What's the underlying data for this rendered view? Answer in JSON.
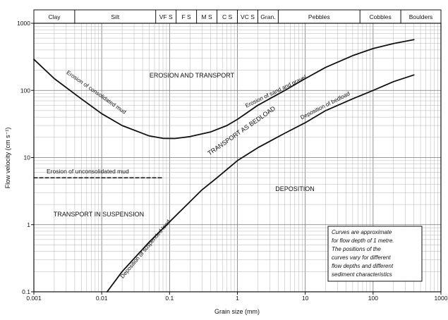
{
  "chart_data": {
    "type": "line",
    "x_scale": "log",
    "y_scale": "log",
    "xlim": [
      0.001,
      1000
    ],
    "ylim": [
      0.1,
      1000
    ],
    "xlabel": "Grain size (mm)",
    "ylabel": "Flow velocity (cm s⁻¹)",
    "x_ticks": [
      {
        "value": 0.001,
        "label": "0.001"
      },
      {
        "value": 0.01,
        "label": "0.01"
      },
      {
        "value": 0.1,
        "label": "0.1"
      },
      {
        "value": 1,
        "label": "1"
      },
      {
        "value": 10,
        "label": "10"
      },
      {
        "value": 100,
        "label": "100"
      },
      {
        "value": 1000,
        "label": "1000"
      }
    ],
    "y_ticks": [
      {
        "value": 0.1,
        "label": "0.1"
      },
      {
        "value": 1,
        "label": "1"
      },
      {
        "value": 10,
        "label": "10"
      },
      {
        "value": 100,
        "label": "100"
      },
      {
        "value": 1000,
        "label": "1000"
      }
    ],
    "grid": true,
    "size_classes": [
      {
        "label": "Clay",
        "from": 0.001,
        "to": 0.004
      },
      {
        "label": "Silt",
        "from": 0.004,
        "to": 0.0625
      },
      {
        "label": "VF S",
        "from": 0.0625,
        "to": 0.125
      },
      {
        "label": "F S",
        "from": 0.125,
        "to": 0.25
      },
      {
        "label": "M S",
        "from": 0.25,
        "to": 0.5
      },
      {
        "label": "C S",
        "from": 0.5,
        "to": 1
      },
      {
        "label": "VC S",
        "from": 1,
        "to": 2
      },
      {
        "label": "Gran.",
        "from": 2,
        "to": 4
      },
      {
        "label": "Pebbles",
        "from": 4,
        "to": 64
      },
      {
        "label": "Cobbles",
        "from": 64,
        "to": 256
      },
      {
        "label": "Boulders",
        "from": 256,
        "to": 1000
      }
    ],
    "series": [
      {
        "name": "Erosion of consolidated mud",
        "style": "solid",
        "points": [
          [
            0.001,
            290
          ],
          [
            0.002,
            150
          ],
          [
            0.005,
            75
          ],
          [
            0.01,
            45
          ],
          [
            0.02,
            30
          ],
          [
            0.05,
            21
          ],
          [
            0.08,
            19.3
          ],
          [
            0.12,
            19.2
          ],
          [
            0.2,
            20.5
          ],
          [
            0.4,
            24
          ],
          [
            0.7,
            30
          ]
        ]
      },
      {
        "name": "Erosion of sand and gravel",
        "style": "solid",
        "points": [
          [
            0.7,
            30
          ],
          [
            1,
            37
          ],
          [
            2,
            60
          ],
          [
            5,
            100
          ],
          [
            10,
            150
          ],
          [
            20,
            220
          ],
          [
            50,
            330
          ],
          [
            100,
            420
          ],
          [
            200,
            500
          ],
          [
            400,
            570
          ]
        ]
      },
      {
        "name": "Deposition of bedload",
        "style": "solid",
        "points": [
          [
            0.5,
            5
          ],
          [
            1,
            9
          ],
          [
            2,
            14
          ],
          [
            5,
            23
          ],
          [
            10,
            33
          ],
          [
            20,
            50
          ],
          [
            50,
            75
          ],
          [
            100,
            100
          ],
          [
            200,
            135
          ],
          [
            400,
            170
          ]
        ]
      },
      {
        "name": "Deposition of suspended load",
        "style": "solid",
        "points": [
          [
            0.012,
            0.1
          ],
          [
            0.02,
            0.2
          ],
          [
            0.05,
            0.55
          ],
          [
            0.1,
            1.1
          ],
          [
            0.2,
            2.2
          ],
          [
            0.3,
            3.3
          ],
          [
            0.5,
            5
          ]
        ]
      },
      {
        "name": "Erosion of unconsolidated mud",
        "style": "dashed",
        "points": [
          [
            0.001,
            5
          ],
          [
            0.08,
            5
          ]
        ]
      }
    ],
    "annotations": {
      "erosion_transport": "EROSION AND TRANSPORT",
      "bedload": "TRANSPORT AS BEDLOAD",
      "deposition": "DEPOSITION",
      "suspension": "TRANSPORT IN SUSPENSION",
      "consolidated_mud": "Erosion of consolidated mud",
      "sand_gravel": "Erosion of sand and gravel",
      "bedload_dep": "Deposition of bedload",
      "suspended_dep": "Deposition of suspended load",
      "unconsolidated_mud": "Erosion of unconsolidated mud"
    },
    "note_lines": [
      "Curves are approximate",
      "for flow depth of 1 metre.",
      "The positions of the",
      "curves vary for different",
      "flow depths and different",
      "sediment characteristics"
    ]
  }
}
